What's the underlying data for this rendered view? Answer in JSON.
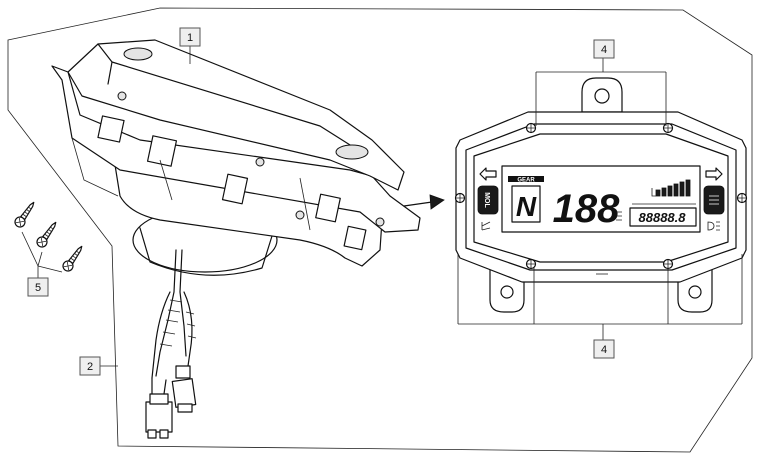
{
  "callouts": [
    {
      "id": "1",
      "label": "1"
    },
    {
      "id": "2",
      "label": "2"
    },
    {
      "id": "4a",
      "label": "4"
    },
    {
      "id": "4b",
      "label": "4"
    },
    {
      "id": "5",
      "label": "5"
    }
  ],
  "display": {
    "gear_label": "GEAR",
    "gear_value": "N",
    "main_digits": "188",
    "odometer_digits": "88888.8",
    "left_button_label": "MOL"
  }
}
